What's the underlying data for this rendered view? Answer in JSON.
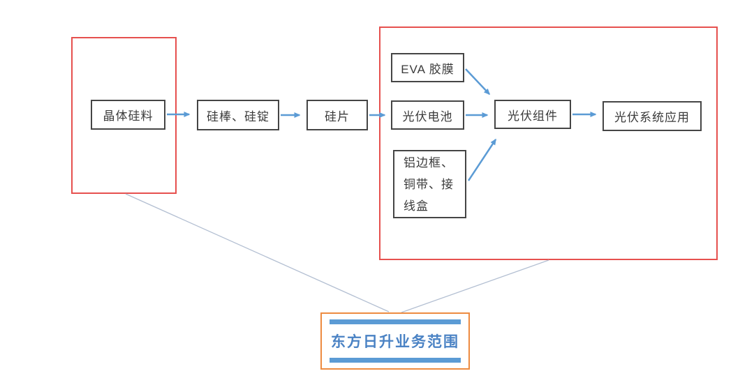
{
  "diagram": {
    "type": "flowchart",
    "language": "zh-CN",
    "nodes": {
      "crystal_silicon": {
        "label": "晶体硅料"
      },
      "silicon_rod_ingot": {
        "label": "硅棒、硅锭"
      },
      "silicon_wafer": {
        "label": "硅片"
      },
      "eva_film": {
        "label": "EVA 胶膜"
      },
      "pv_cell": {
        "label": "光伏电池"
      },
      "frame_ribbon_junction": {
        "label": "铝边框、铜带、接线盒"
      },
      "pv_module": {
        "label": "光伏组件"
      },
      "pv_system": {
        "label": "光伏系统应用"
      }
    },
    "edges": [
      {
        "from": "crystal_silicon",
        "to": "silicon_rod_ingot",
        "style": "arrow"
      },
      {
        "from": "silicon_rod_ingot",
        "to": "silicon_wafer",
        "style": "arrow"
      },
      {
        "from": "silicon_wafer",
        "to": "pv_cell",
        "style": "arrow"
      },
      {
        "from": "eva_film",
        "to": "pv_module",
        "style": "arrow"
      },
      {
        "from": "pv_cell",
        "to": "pv_module",
        "style": "arrow"
      },
      {
        "from": "frame_ribbon_junction",
        "to": "pv_module",
        "style": "arrow"
      },
      {
        "from": "pv_module",
        "to": "pv_system",
        "style": "arrow"
      },
      {
        "from": "left_scope_rect",
        "to": "legend_box",
        "style": "thin-line"
      },
      {
        "from": "right_scope_rect",
        "to": "legend_box",
        "style": "thin-line"
      }
    ],
    "scope_rects": [
      {
        "name": "left_scope_rect",
        "contains": [
          "crystal_silicon"
        ]
      },
      {
        "name": "right_scope_rect",
        "contains": [
          "eva_film",
          "pv_cell",
          "frame_ribbon_junction",
          "pv_module",
          "pv_system"
        ]
      }
    ],
    "legend": {
      "label": "东方日升业务范围"
    },
    "colors": {
      "arrow_blue": "#5b9bd5",
      "scope_red": "#e6504e",
      "legend_orange": "#ed8b40",
      "legend_bar_blue": "#5b9bd5",
      "legend_text_blue": "#4a82c4",
      "node_border": "#454545",
      "thin_line_gray": "#b3bfd2"
    }
  }
}
